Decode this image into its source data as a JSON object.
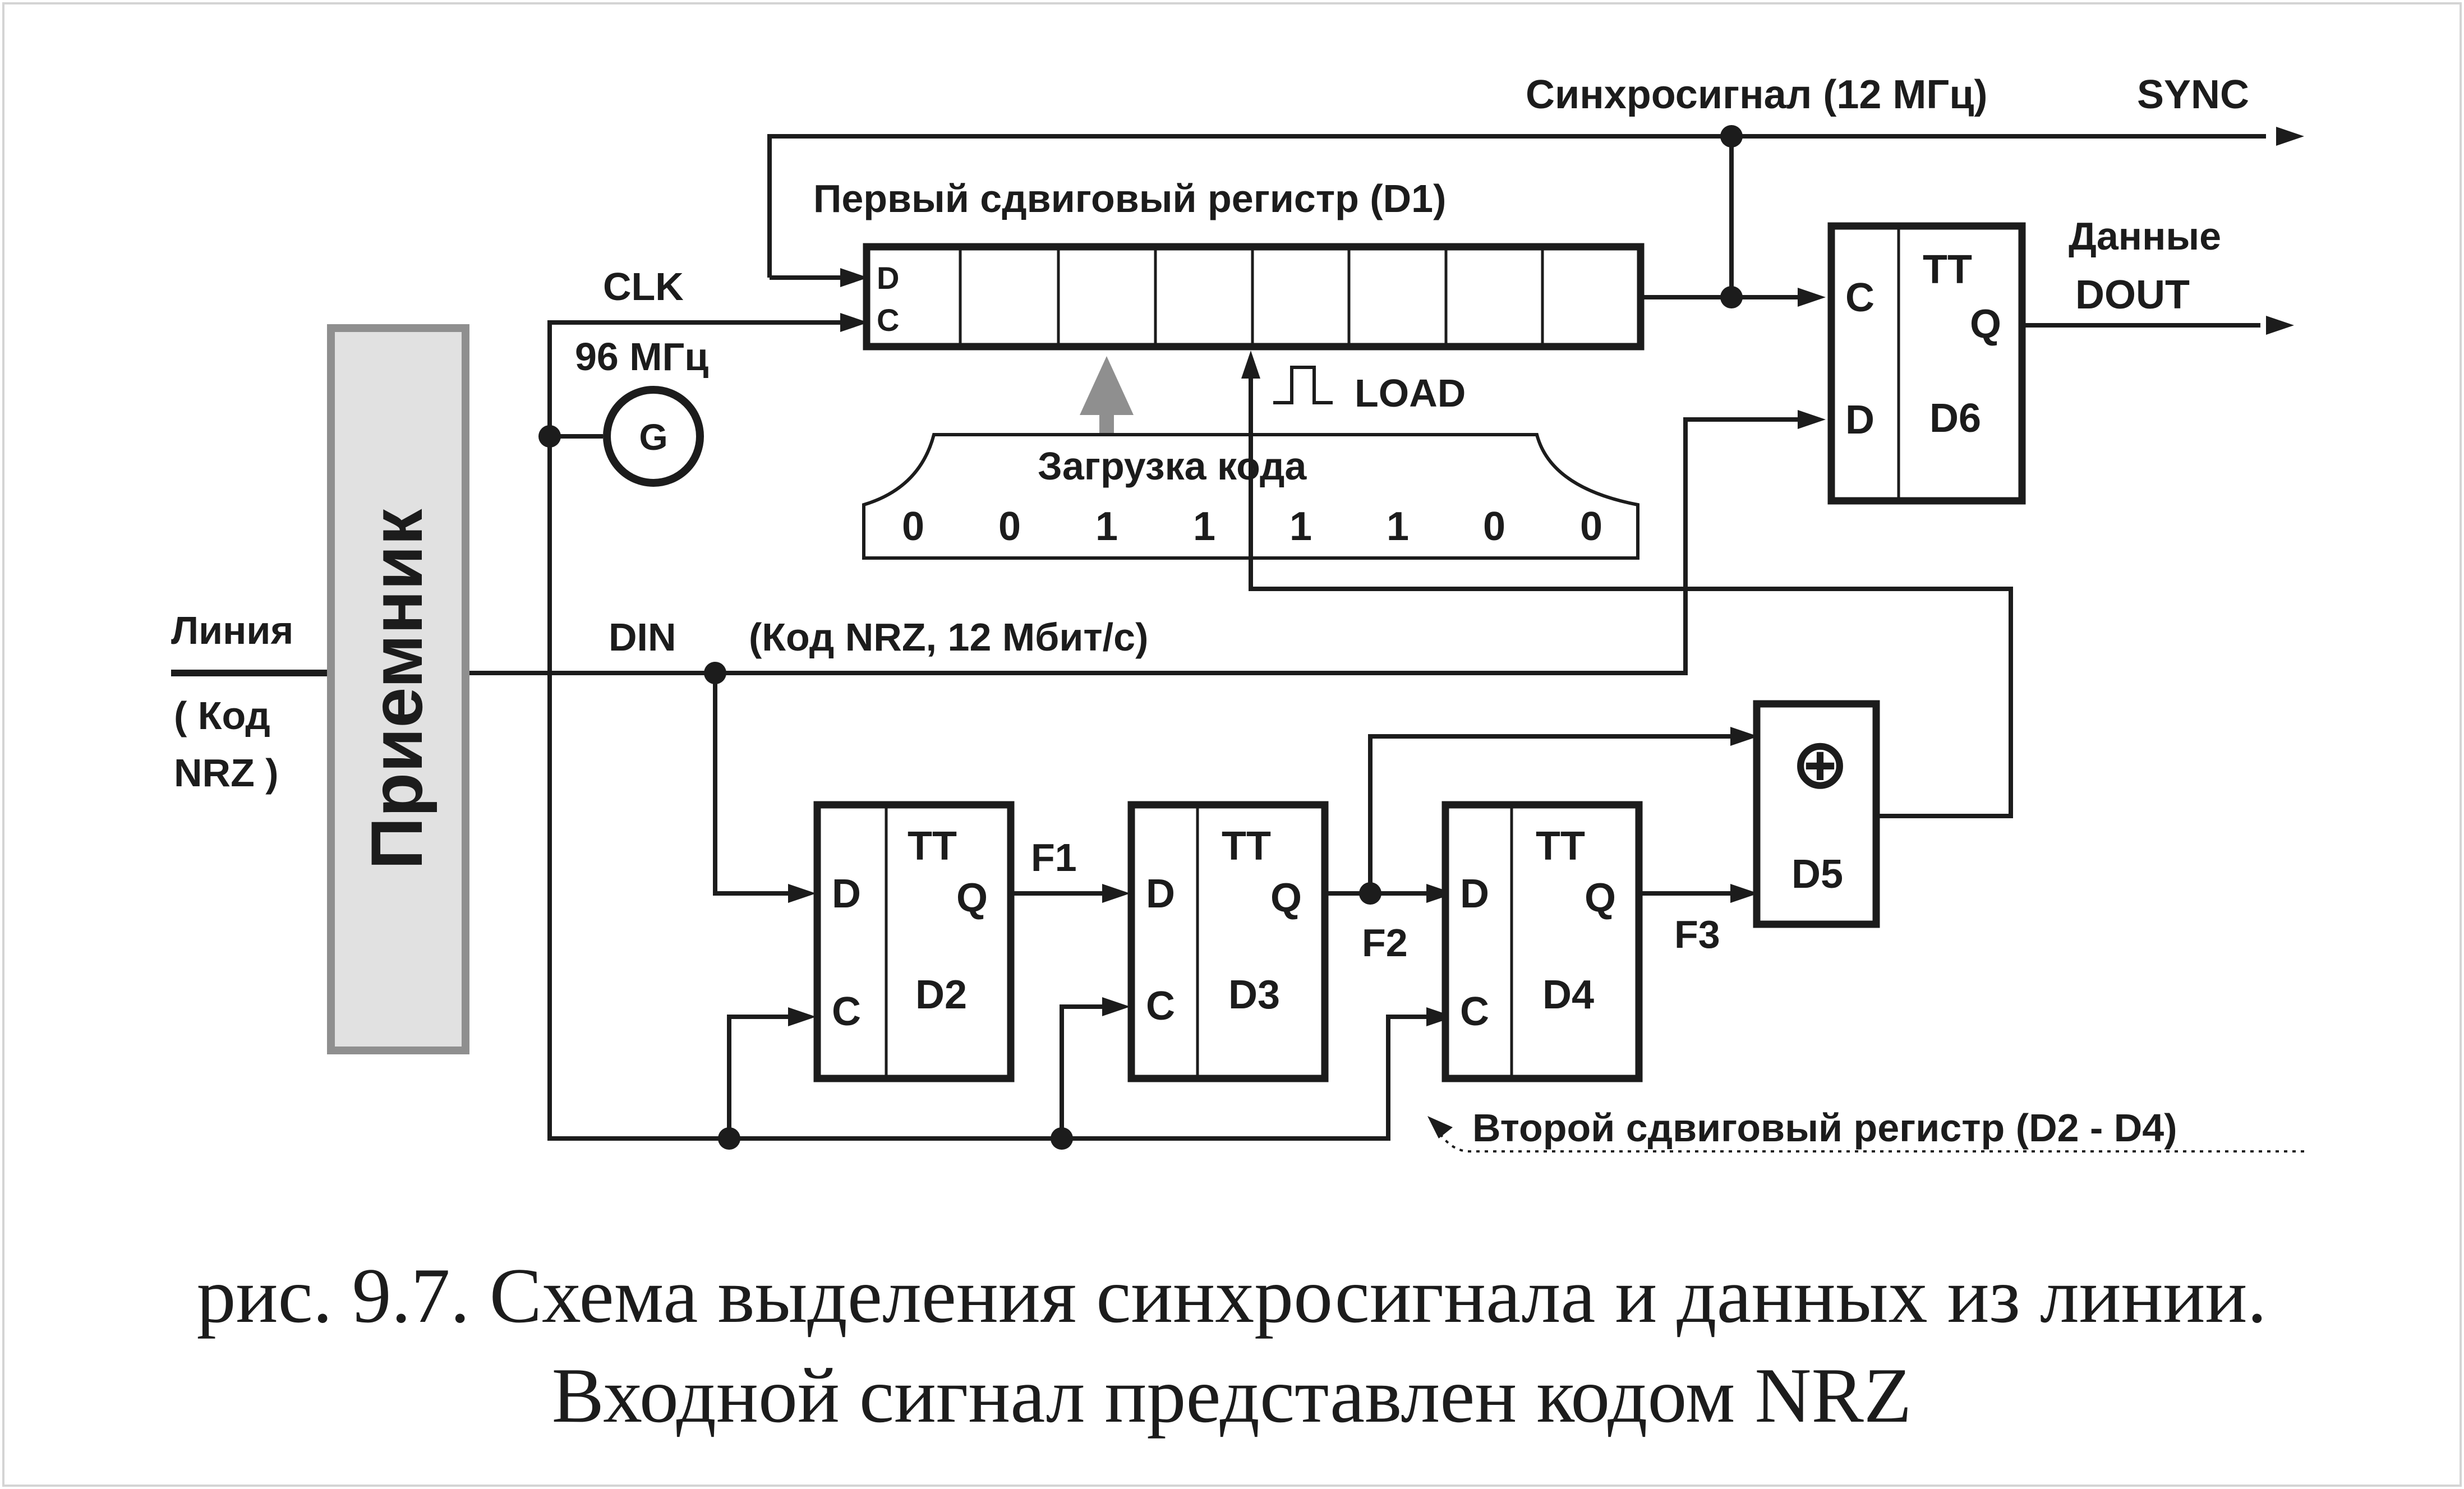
{
  "labels": {
    "sync_signal": "Синхросигнал (12 МГц)",
    "sync": "SYNC",
    "first_register": "Первый сдвиговый регистр (D1)",
    "data_out_1": "Данные",
    "data_out_2": "DOUT",
    "clk": "CLK",
    "freq": "96 МГц",
    "generator": "G",
    "load": "LOAD",
    "code_load": "Загрузка  кода",
    "code_bits": [
      "0",
      "0",
      "1",
      "1",
      "1",
      "1",
      "0",
      "0"
    ],
    "receiver": "Приемник",
    "line": "Линия",
    "line_code_1": "( Код",
    "line_code_2": "NRZ )",
    "din": "DIN",
    "din_code": "(Код NRZ,  12 Мбит/с)",
    "d1_d": "D",
    "d1_c": "C",
    "f1": "F1",
    "f2": "F2",
    "f3": "F3",
    "xor_symbol": "⊕",
    "d5": "D5",
    "second_register": "Второй сдвиговый регистр (D2 - D4)"
  },
  "flipflops": [
    {
      "id": "D6",
      "tt": "TT",
      "q": "Q",
      "in1": "C",
      "in2": "D",
      "name": "D6"
    },
    {
      "id": "D2",
      "tt": "TT",
      "q": "Q",
      "in1": "D",
      "in2": "C",
      "name": "D2"
    },
    {
      "id": "D3",
      "tt": "TT",
      "q": "Q",
      "in1": "D",
      "in2": "C",
      "name": "D3"
    },
    {
      "id": "D4",
      "tt": "TT",
      "q": "Q",
      "in1": "D",
      "in2": "C",
      "name": "D4"
    }
  ],
  "caption": {
    "line1": "рис. 9.7. Схема выделения синхросигнала и данных из линии.",
    "line2": "Входной сигнал представлен кодом  NRZ"
  }
}
